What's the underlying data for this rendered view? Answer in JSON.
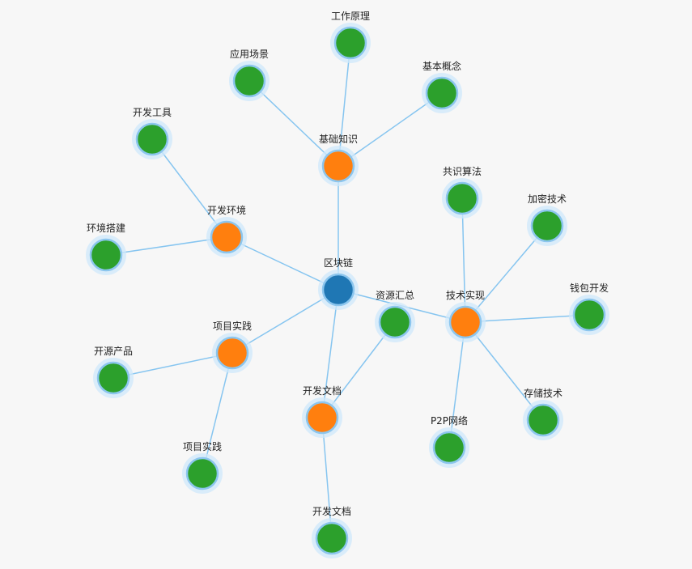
{
  "colors": {
    "root": "#1f77b4",
    "category": "#ff7f0e",
    "leaf": "#2ca02c",
    "edge": "#86c5f0"
  },
  "nodes": [
    {
      "id": "root",
      "label": "区块链",
      "kind": "root"
    },
    {
      "id": "basics",
      "label": "基础知识",
      "kind": "category"
    },
    {
      "id": "env",
      "label": "开发环境",
      "kind": "category"
    },
    {
      "id": "impl",
      "label": "技术实现",
      "kind": "category"
    },
    {
      "id": "projects",
      "label": "项目实践",
      "kind": "category"
    },
    {
      "id": "docs",
      "label": "开发文档",
      "kind": "category"
    },
    {
      "id": "principle",
      "label": "工作原理",
      "kind": "leaf"
    },
    {
      "id": "scenarios",
      "label": "应用场景",
      "kind": "leaf"
    },
    {
      "id": "concepts",
      "label": "基本概念",
      "kind": "leaf"
    },
    {
      "id": "tools",
      "label": "开发工具",
      "kind": "leaf"
    },
    {
      "id": "setup",
      "label": "环境搭建",
      "kind": "leaf"
    },
    {
      "id": "consensus",
      "label": "共识算法",
      "kind": "leaf"
    },
    {
      "id": "crypto",
      "label": "加密技术",
      "kind": "leaf"
    },
    {
      "id": "wallet",
      "label": "钱包开发",
      "kind": "leaf"
    },
    {
      "id": "storage",
      "label": "存储技术",
      "kind": "leaf"
    },
    {
      "id": "p2p",
      "label": "P2P网络",
      "kind": "leaf"
    },
    {
      "id": "resources",
      "label": "资源汇总",
      "kind": "leaf"
    },
    {
      "id": "oss",
      "label": "开源产品",
      "kind": "leaf"
    },
    {
      "id": "projects-leaf",
      "label": "项目实践",
      "kind": "leaf"
    },
    {
      "id": "docs-leaf",
      "label": "开发文档",
      "kind": "leaf"
    }
  ],
  "edges": [
    [
      "root",
      "basics"
    ],
    [
      "root",
      "env"
    ],
    [
      "root",
      "impl"
    ],
    [
      "root",
      "projects"
    ],
    [
      "root",
      "docs"
    ],
    [
      "basics",
      "principle"
    ],
    [
      "basics",
      "scenarios"
    ],
    [
      "basics",
      "concepts"
    ],
    [
      "env",
      "tools"
    ],
    [
      "env",
      "setup"
    ],
    [
      "impl",
      "consensus"
    ],
    [
      "impl",
      "crypto"
    ],
    [
      "impl",
      "wallet"
    ],
    [
      "impl",
      "storage"
    ],
    [
      "impl",
      "p2p"
    ],
    [
      "projects",
      "oss"
    ],
    [
      "projects",
      "projects-leaf"
    ],
    [
      "docs",
      "docs-leaf"
    ],
    [
      "docs",
      "resources"
    ]
  ]
}
